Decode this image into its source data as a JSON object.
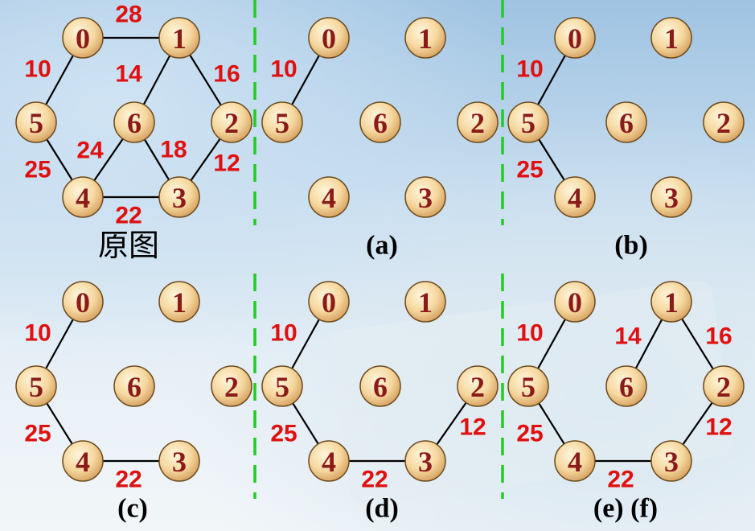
{
  "panels": [
    {
      "caption": "原图",
      "nodes": [
        "0",
        "1",
        "2",
        "3",
        "4",
        "5",
        "6"
      ],
      "edges": [
        {
          "from": "0",
          "to": "1",
          "weight": "28"
        },
        {
          "from": "0",
          "to": "5",
          "weight": "10"
        },
        {
          "from": "1",
          "to": "2",
          "weight": "16"
        },
        {
          "from": "1",
          "to": "6",
          "weight": "14"
        },
        {
          "from": "5",
          "to": "4",
          "weight": "25"
        },
        {
          "from": "6",
          "to": "4",
          "weight": "24"
        },
        {
          "from": "6",
          "to": "3",
          "weight": "18"
        },
        {
          "from": "2",
          "to": "3",
          "weight": "12"
        },
        {
          "from": "4",
          "to": "3",
          "weight": "22"
        }
      ]
    },
    {
      "caption": "(a)",
      "nodes": [
        "0",
        "1",
        "2",
        "3",
        "4",
        "5",
        "6"
      ],
      "edges": [
        {
          "from": "0",
          "to": "5",
          "weight": "10"
        }
      ]
    },
    {
      "caption": "(b)",
      "nodes": [
        "0",
        "1",
        "2",
        "3",
        "4",
        "5",
        "6"
      ],
      "edges": [
        {
          "from": "0",
          "to": "5",
          "weight": "10"
        },
        {
          "from": "5",
          "to": "4",
          "weight": "25"
        }
      ]
    },
    {
      "caption": "(c)",
      "nodes": [
        "0",
        "1",
        "2",
        "3",
        "4",
        "5",
        "6"
      ],
      "edges": [
        {
          "from": "0",
          "to": "5",
          "weight": "10"
        },
        {
          "from": "5",
          "to": "4",
          "weight": "25"
        },
        {
          "from": "4",
          "to": "3",
          "weight": "22"
        }
      ]
    },
    {
      "caption": "(d)",
      "nodes": [
        "0",
        "1",
        "2",
        "3",
        "4",
        "5",
        "6"
      ],
      "edges": [
        {
          "from": "0",
          "to": "5",
          "weight": "10"
        },
        {
          "from": "5",
          "to": "4",
          "weight": "25"
        },
        {
          "from": "4",
          "to": "3",
          "weight": "22"
        },
        {
          "from": "2",
          "to": "3",
          "weight": "12"
        }
      ]
    },
    {
      "caption": "(e) (f)",
      "nodes": [
        "0",
        "1",
        "2",
        "3",
        "4",
        "5",
        "6"
      ],
      "edges": [
        {
          "from": "0",
          "to": "5",
          "weight": "10"
        },
        {
          "from": "5",
          "to": "4",
          "weight": "25"
        },
        {
          "from": "4",
          "to": "3",
          "weight": "22"
        },
        {
          "from": "2",
          "to": "3",
          "weight": "12"
        },
        {
          "from": "1",
          "to": "2",
          "weight": "16"
        },
        {
          "from": "1",
          "to": "6",
          "weight": "14"
        }
      ]
    }
  ]
}
